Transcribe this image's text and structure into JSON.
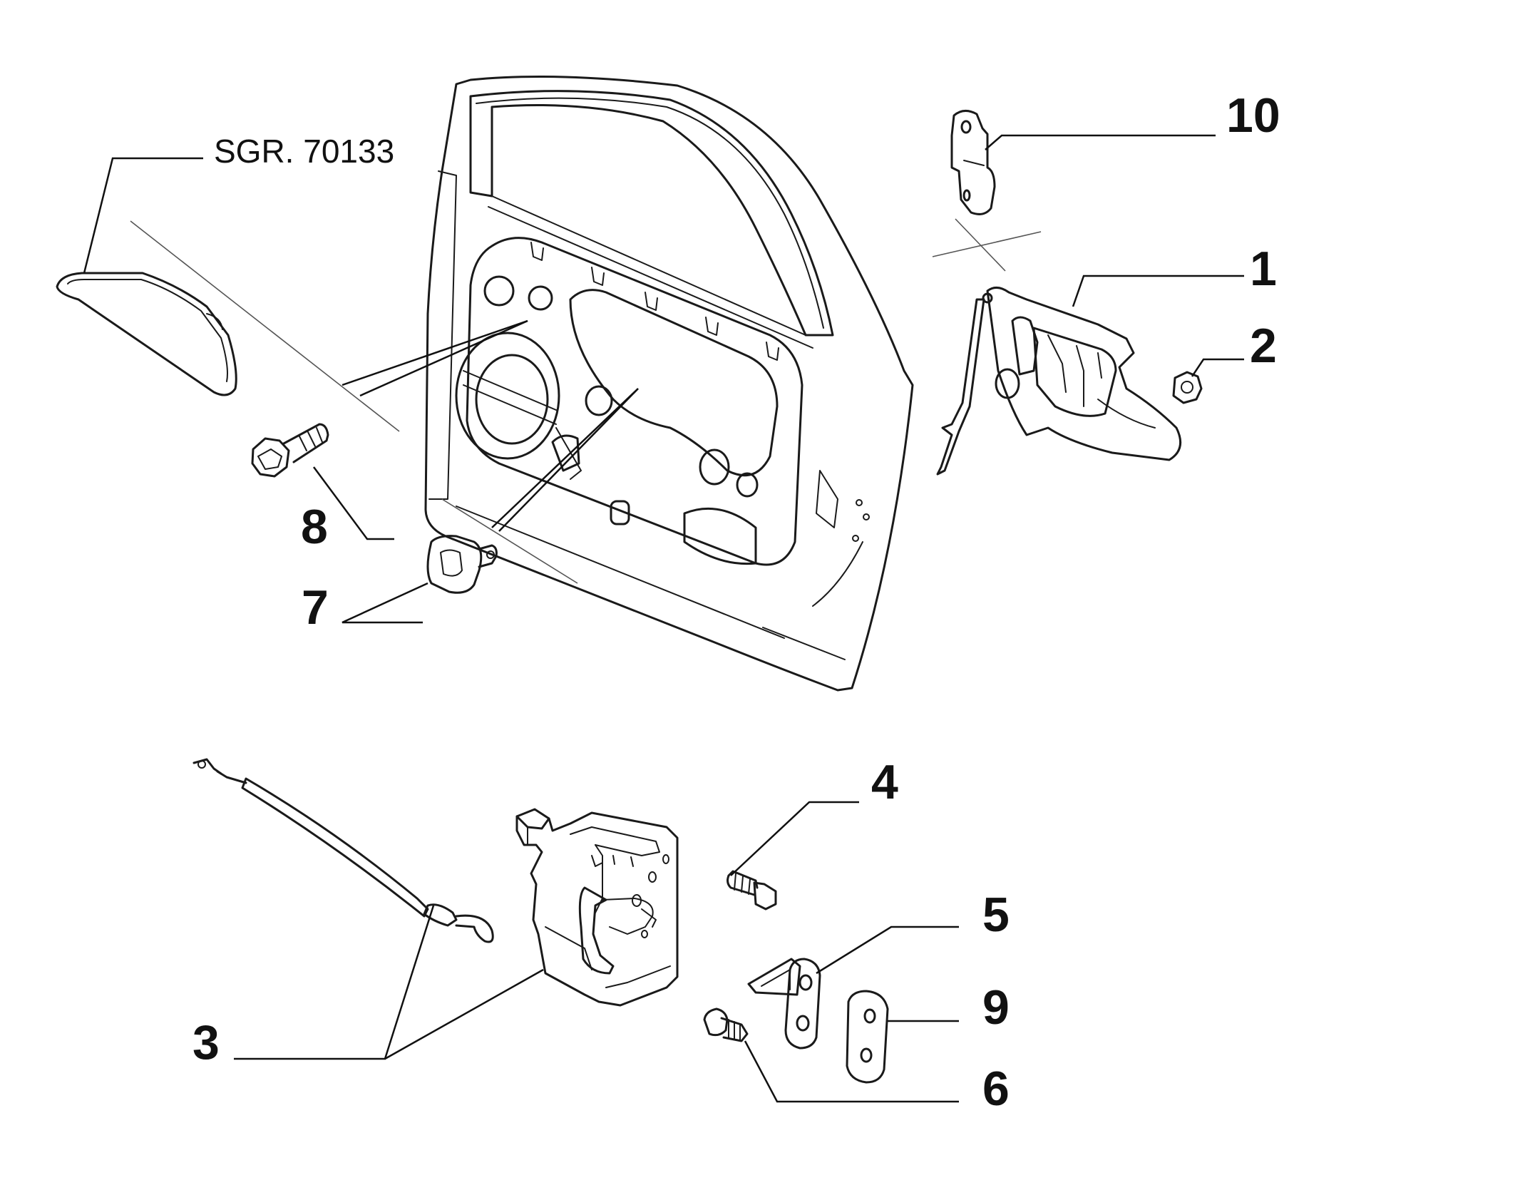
{
  "diagram": {
    "reference_label": "SGR. 70133",
    "callouts": [
      {
        "id": "1",
        "part": "door-handle"
      },
      {
        "id": "2",
        "part": "nut"
      },
      {
        "id": "3",
        "part": "lock-and-cable"
      },
      {
        "id": "4",
        "part": "bolt"
      },
      {
        "id": "5",
        "part": "striker-plate"
      },
      {
        "id": "6",
        "part": "striker-screw"
      },
      {
        "id": "7",
        "part": "clip"
      },
      {
        "id": "8",
        "part": "flange-bolt"
      },
      {
        "id": "9",
        "part": "shim-plate"
      },
      {
        "id": "10",
        "part": "bracket"
      }
    ]
  }
}
